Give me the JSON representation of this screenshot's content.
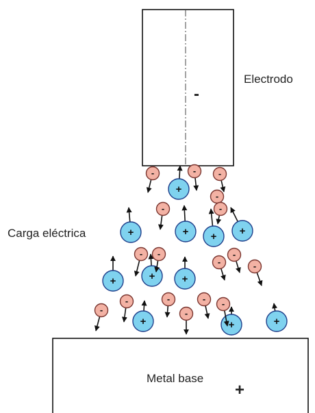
{
  "labels": {
    "electrode": "Electrodo",
    "electrode_sign": "-",
    "charge": "Carga eléctrica",
    "base": "Metal base",
    "base_sign": "+"
  },
  "particle_signs": {
    "positive": "+",
    "negative": "-"
  },
  "colors": {
    "positive_fill": "#7fd2ef",
    "positive_stroke": "#1f3e8a",
    "negative_fill": "#f3b2a4",
    "negative_stroke": "#7a3630",
    "outline": "#111111"
  }
}
